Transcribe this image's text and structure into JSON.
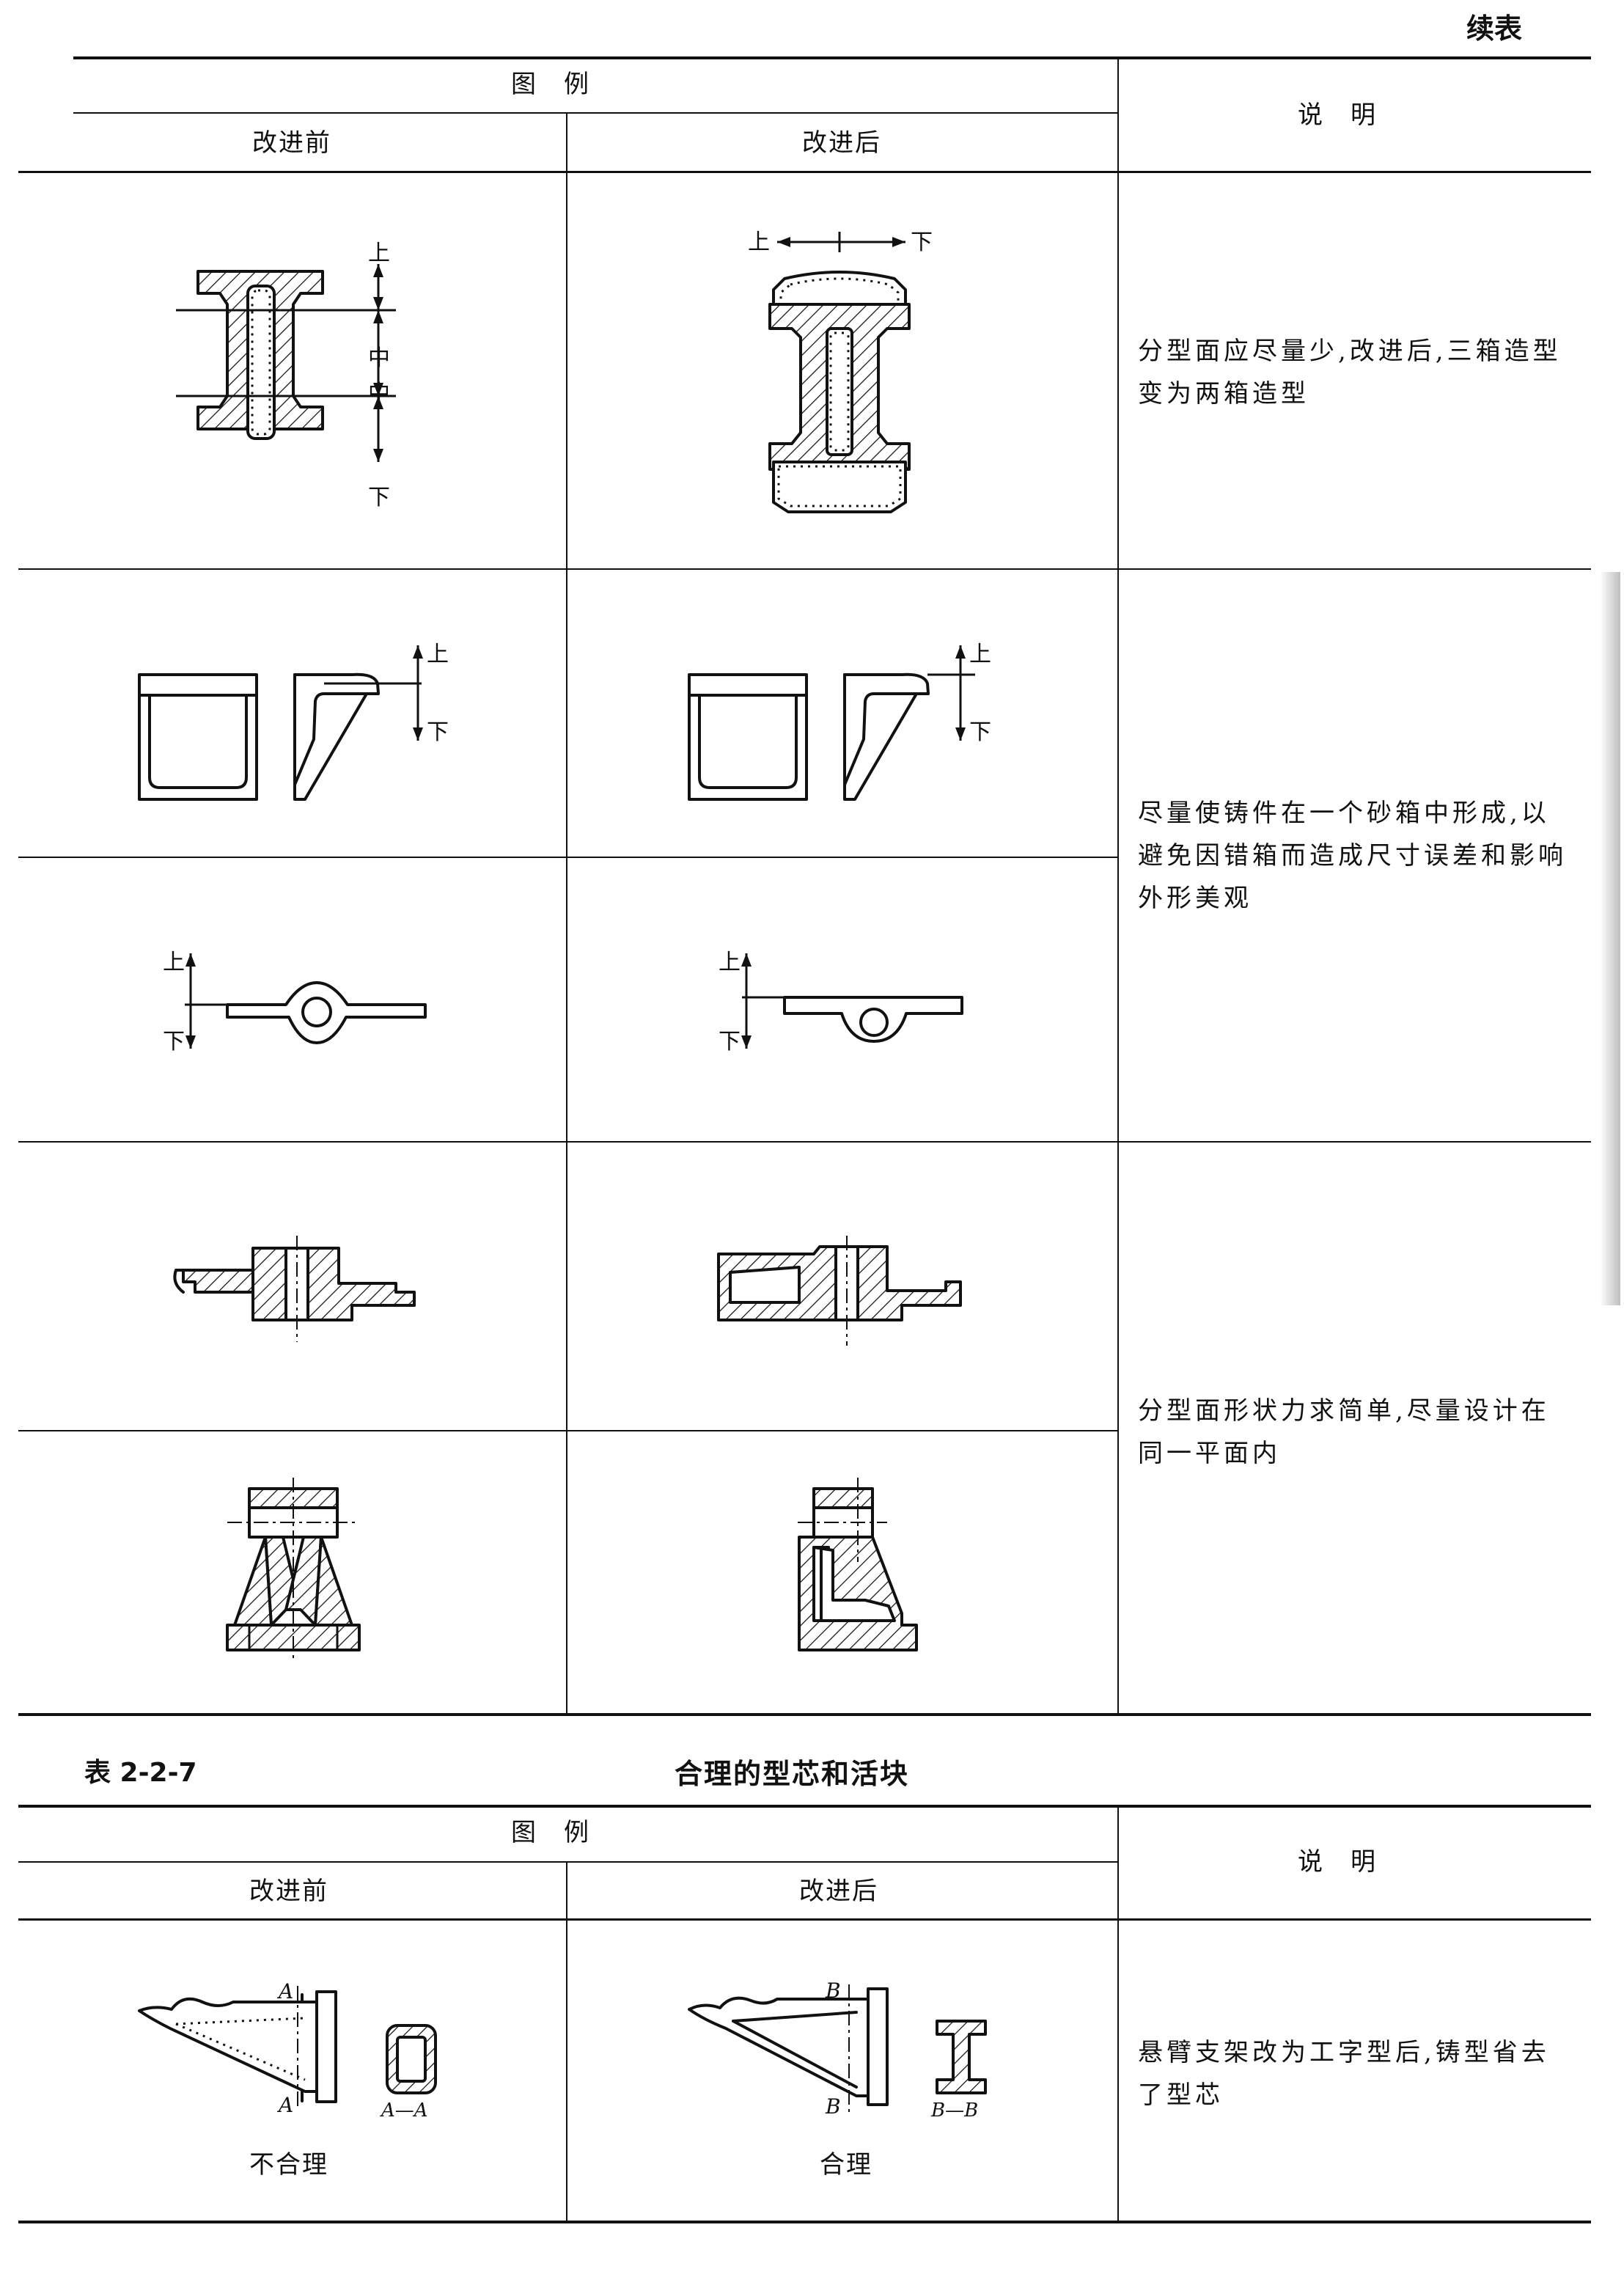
{
  "continued_label": "续表",
  "table1": {
    "header": {
      "figure": "图　例",
      "before": "改进前",
      "after": "改进后",
      "explanation": "说　明"
    },
    "rows": [
      {
        "description": "分型面应尽量少,改进后,三箱造型变为两箱造型",
        "before_labels": {
          "top": "上",
          "middle1": "中",
          "middle2": "中",
          "bottom": "下"
        },
        "after_labels": {
          "top": "上",
          "bottom": "下"
        }
      },
      {
        "description": "尽量使铸件在一个砂箱中形成,以避免因错箱而造成尺寸误差和影响外形美观",
        "sub_labels": {
          "top": "上",
          "bottom": "下"
        }
      },
      {
        "description": "分型面形状力求简单,尽量设计在同一平面内"
      }
    ]
  },
  "table2": {
    "number": "表 2-2-7",
    "title": "合理的型芯和活块",
    "header": {
      "figure": "图　例",
      "before": "改进前",
      "after": "改进后",
      "explanation": "说　明"
    },
    "row": {
      "before_caption": "不合理",
      "after_caption": "合理",
      "before_section_mark": "A",
      "before_section_label": "A—A",
      "after_section_mark": "B",
      "after_section_label": "B—B",
      "description": "悬臂支架改为工字型后,铸型省去了型芯"
    }
  }
}
